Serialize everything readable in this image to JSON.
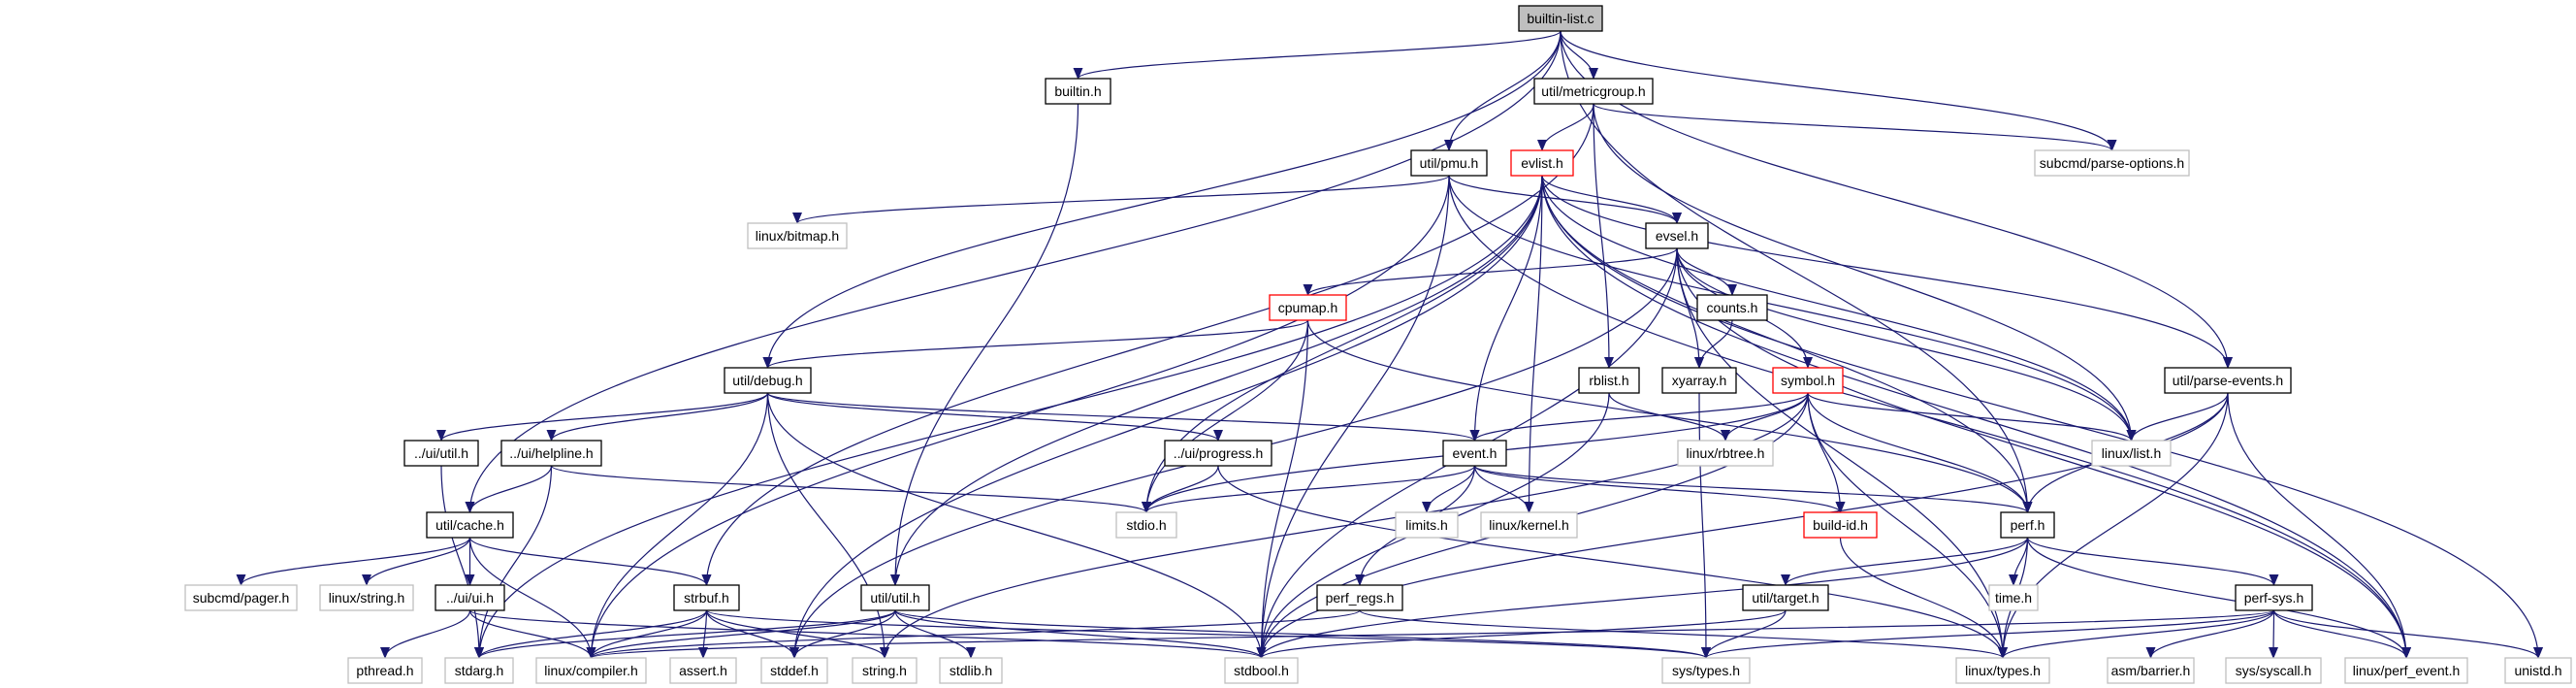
{
  "title": "builtin-list.c include dependency graph",
  "colors": {
    "edge": "#191970",
    "root_fill": "#bfbfbf",
    "normal_border": "#000000",
    "truncated_border": "#ff0000",
    "external_border": "#bfbfbf"
  },
  "nodes": [
    {
      "id": "builtin-list.c",
      "label": "builtin-list.c",
      "kind": "root"
    },
    {
      "id": "builtin.h",
      "label": "builtin.h",
      "kind": "normal"
    },
    {
      "id": "util/metricgroup.h",
      "label": "util/metricgroup.h",
      "kind": "normal"
    },
    {
      "id": "util/pmu.h",
      "label": "util/pmu.h",
      "kind": "normal"
    },
    {
      "id": "evlist.h",
      "label": "evlist.h",
      "kind": "truncated"
    },
    {
      "id": "subcmd/parse-options.h",
      "label": "subcmd/parse-options.h",
      "kind": "external"
    },
    {
      "id": "linux/bitmap.h",
      "label": "linux/bitmap.h",
      "kind": "external"
    },
    {
      "id": "evsel.h",
      "label": "evsel.h",
      "kind": "normal"
    },
    {
      "id": "cpumap.h",
      "label": "cpumap.h",
      "kind": "truncated"
    },
    {
      "id": "counts.h",
      "label": "counts.h",
      "kind": "normal"
    },
    {
      "id": "util/debug.h",
      "label": "util/debug.h",
      "kind": "normal"
    },
    {
      "id": "rblist.h",
      "label": "rblist.h",
      "kind": "normal"
    },
    {
      "id": "xyarray.h",
      "label": "xyarray.h",
      "kind": "normal"
    },
    {
      "id": "symbol.h",
      "label": "symbol.h",
      "kind": "truncated"
    },
    {
      "id": "util/parse-events.h",
      "label": "util/parse-events.h",
      "kind": "normal"
    },
    {
      "id": "../ui/util.h",
      "label": "../ui/util.h",
      "kind": "normal"
    },
    {
      "id": "../ui/helpline.h",
      "label": "../ui/helpline.h",
      "kind": "normal"
    },
    {
      "id": "../ui/progress.h",
      "label": "../ui/progress.h",
      "kind": "normal"
    },
    {
      "id": "event.h",
      "label": "event.h",
      "kind": "normal"
    },
    {
      "id": "linux/rbtree.h",
      "label": "linux/rbtree.h",
      "kind": "external"
    },
    {
      "id": "linux/list.h",
      "label": "linux/list.h",
      "kind": "external"
    },
    {
      "id": "util/cache.h",
      "label": "util/cache.h",
      "kind": "normal"
    },
    {
      "id": "stdio.h",
      "label": "stdio.h",
      "kind": "external"
    },
    {
      "id": "limits.h",
      "label": "limits.h",
      "kind": "external"
    },
    {
      "id": "linux/kernel.h",
      "label": "linux/kernel.h",
      "kind": "external"
    },
    {
      "id": "build-id.h",
      "label": "build-id.h",
      "kind": "truncated"
    },
    {
      "id": "perf.h",
      "label": "perf.h",
      "kind": "normal"
    },
    {
      "id": "subcmd/pager.h",
      "label": "subcmd/pager.h",
      "kind": "external"
    },
    {
      "id": "linux/string.h",
      "label": "linux/string.h",
      "kind": "external"
    },
    {
      "id": "../ui/ui.h",
      "label": "../ui/ui.h",
      "kind": "normal"
    },
    {
      "id": "strbuf.h",
      "label": "strbuf.h",
      "kind": "normal"
    },
    {
      "id": "util/util.h",
      "label": "util/util.h",
      "kind": "normal"
    },
    {
      "id": "perf_regs.h",
      "label": "perf_regs.h",
      "kind": "normal"
    },
    {
      "id": "util/target.h",
      "label": "util/target.h",
      "kind": "normal"
    },
    {
      "id": "time.h",
      "label": "time.h",
      "kind": "external"
    },
    {
      "id": "perf-sys.h",
      "label": "perf-sys.h",
      "kind": "normal"
    },
    {
      "id": "pthread.h",
      "label": "pthread.h",
      "kind": "external"
    },
    {
      "id": "stdarg.h",
      "label": "stdarg.h",
      "kind": "external"
    },
    {
      "id": "linux/compiler.h",
      "label": "linux/compiler.h",
      "kind": "external"
    },
    {
      "id": "assert.h",
      "label": "assert.h",
      "kind": "external"
    },
    {
      "id": "stddef.h",
      "label": "stddef.h",
      "kind": "external"
    },
    {
      "id": "string.h",
      "label": "string.h",
      "kind": "external"
    },
    {
      "id": "stdlib.h",
      "label": "stdlib.h",
      "kind": "external"
    },
    {
      "id": "stdbool.h",
      "label": "stdbool.h",
      "kind": "external"
    },
    {
      "id": "sys/types.h",
      "label": "sys/types.h",
      "kind": "external"
    },
    {
      "id": "linux/types.h",
      "label": "linux/types.h",
      "kind": "external"
    },
    {
      "id": "asm/barrier.h",
      "label": "asm/barrier.h",
      "kind": "external"
    },
    {
      "id": "sys/syscall.h",
      "label": "sys/syscall.h",
      "kind": "external"
    },
    {
      "id": "linux/perf_event.h",
      "label": "linux/perf_event.h",
      "kind": "external"
    },
    {
      "id": "unistd.h",
      "label": "unistd.h",
      "kind": "external"
    }
  ],
  "edges": [
    [
      "builtin-list.c",
      "builtin.h"
    ],
    [
      "builtin-list.c",
      "util/metricgroup.h"
    ],
    [
      "builtin-list.c",
      "util/pmu.h"
    ],
    [
      "builtin-list.c",
      "subcmd/parse-options.h"
    ],
    [
      "builtin-list.c",
      "util/debug.h"
    ],
    [
      "builtin-list.c",
      "util/cache.h"
    ],
    [
      "builtin-list.c",
      "util/parse-events.h"
    ],
    [
      "builtin-list.c",
      "perf.h"
    ],
    [
      "builtin.h",
      "util/util.h"
    ],
    [
      "util/metricgroup.h",
      "evlist.h"
    ],
    [
      "util/metricgroup.h",
      "subcmd/parse-options.h"
    ],
    [
      "util/metricgroup.h",
      "rblist.h"
    ],
    [
      "util/metricgroup.h",
      "linux/list.h"
    ],
    [
      "util/metricgroup.h",
      "strbuf.h"
    ],
    [
      "util/pmu.h",
      "linux/bitmap.h"
    ],
    [
      "util/pmu.h",
      "linux/compiler.h"
    ],
    [
      "util/pmu.h",
      "evsel.h"
    ],
    [
      "util/pmu.h",
      "linux/list.h"
    ],
    [
      "util/pmu.h",
      "linux/perf_event.h"
    ],
    [
      "util/pmu.h",
      "stdbool.h"
    ],
    [
      "evlist.h",
      "evsel.h"
    ],
    [
      "evlist.h",
      "event.h"
    ],
    [
      "evlist.h",
      "linux/kernel.h"
    ],
    [
      "evlist.h",
      "util/util.h"
    ],
    [
      "evlist.h",
      "stdio.h"
    ],
    [
      "evlist.h",
      "linux/list.h"
    ],
    [
      "evlist.h",
      "linux/perf_event.h"
    ],
    [
      "evlist.h",
      "unistd.h"
    ],
    [
      "evlist.h",
      "perf.h"
    ],
    [
      "evlist.h",
      "util/parse-events.h"
    ],
    [
      "evlist.h",
      "stdarg.h"
    ],
    [
      "evlist.h",
      "stddef.h"
    ],
    [
      "evsel.h",
      "cpumap.h"
    ],
    [
      "evsel.h",
      "counts.h"
    ],
    [
      "evsel.h",
      "xyarray.h"
    ],
    [
      "evsel.h",
      "symbol.h"
    ],
    [
      "evsel.h",
      "stdbool.h"
    ],
    [
      "evsel.h",
      "stddef.h"
    ],
    [
      "evsel.h",
      "linux/list.h"
    ],
    [
      "evsel.h",
      "linux/perf_event.h"
    ],
    [
      "evsel.h",
      "linux/types.h"
    ],
    [
      "cpumap.h",
      "util/debug.h"
    ],
    [
      "cpumap.h",
      "stdio.h"
    ],
    [
      "cpumap.h",
      "stdbool.h"
    ],
    [
      "cpumap.h",
      "perf.h"
    ],
    [
      "counts.h",
      "xyarray.h"
    ],
    [
      "util/debug.h",
      "../ui/util.h"
    ],
    [
      "util/debug.h",
      "../ui/helpline.h"
    ],
    [
      "util/debug.h",
      "../ui/progress.h"
    ],
    [
      "util/debug.h",
      "event.h"
    ],
    [
      "util/debug.h",
      "linux/compiler.h"
    ],
    [
      "util/debug.h",
      "stdbool.h"
    ],
    [
      "util/debug.h",
      "string.h"
    ],
    [
      "rblist.h",
      "linux/rbtree.h"
    ],
    [
      "rblist.h",
      "stdbool.h"
    ],
    [
      "xyarray.h",
      "sys/types.h"
    ],
    [
      "symbol.h",
      "linux/rbtree.h"
    ],
    [
      "symbol.h",
      "linux/list.h"
    ],
    [
      "symbol.h",
      "build-id.h"
    ],
    [
      "symbol.h",
      "perf.h"
    ],
    [
      "symbol.h",
      "event.h"
    ],
    [
      "symbol.h",
      "stdio.h"
    ],
    [
      "symbol.h",
      "stdbool.h"
    ],
    [
      "symbol.h",
      "linux/types.h"
    ],
    [
      "symbol.h",
      "string.h"
    ],
    [
      "util/parse-events.h",
      "linux/list.h"
    ],
    [
      "util/parse-events.h",
      "stdbool.h"
    ],
    [
      "util/parse-events.h",
      "linux/types.h"
    ],
    [
      "util/parse-events.h",
      "linux/perf_event.h"
    ],
    [
      "util/parse-events.h",
      "perf.h"
    ],
    [
      "../ui/util.h",
      "stdarg.h"
    ],
    [
      "../ui/helpline.h",
      "util/cache.h"
    ],
    [
      "../ui/helpline.h",
      "stdio.h"
    ],
    [
      "../ui/helpline.h",
      "stdarg.h"
    ],
    [
      "../ui/progress.h",
      "linux/types.h"
    ],
    [
      "../ui/progress.h",
      "stdio.h"
    ],
    [
      "event.h",
      "limits.h"
    ],
    [
      "event.h",
      "linux/kernel.h"
    ],
    [
      "event.h",
      "stdio.h"
    ],
    [
      "event.h",
      "perf_regs.h"
    ],
    [
      "event.h",
      "build-id.h"
    ],
    [
      "event.h",
      "perf.h"
    ],
    [
      "util/cache.h",
      "subcmd/pager.h"
    ],
    [
      "util/cache.h",
      "linux/string.h"
    ],
    [
      "util/cache.h",
      "../ui/ui.h"
    ],
    [
      "util/cache.h",
      "linux/compiler.h"
    ],
    [
      "util/cache.h",
      "strbuf.h"
    ],
    [
      "build-id.h",
      "linux/types.h"
    ],
    [
      "perf.h",
      "time.h"
    ],
    [
      "perf.h",
      "perf-sys.h"
    ],
    [
      "perf.h",
      "util/target.h"
    ],
    [
      "perf.h",
      "linux/types.h"
    ],
    [
      "perf.h",
      "linux/perf_event.h"
    ],
    [
      "perf.h",
      "stdbool.h"
    ],
    [
      "../ui/ui.h",
      "pthread.h"
    ],
    [
      "../ui/ui.h",
      "linux/compiler.h"
    ],
    [
      "../ui/ui.h",
      "stdbool.h"
    ],
    [
      "strbuf.h",
      "assert.h"
    ],
    [
      "strbuf.h",
      "stddef.h"
    ],
    [
      "strbuf.h",
      "string.h"
    ],
    [
      "strbuf.h",
      "linux/compiler.h"
    ],
    [
      "strbuf.h",
      "stdarg.h"
    ],
    [
      "strbuf.h",
      "sys/types.h"
    ],
    [
      "util/util.h",
      "stddef.h"
    ],
    [
      "util/util.h",
      "stdlib.h"
    ],
    [
      "util/util.h",
      "stdarg.h"
    ],
    [
      "util/util.h",
      "linux/compiler.h"
    ],
    [
      "util/util.h",
      "sys/types.h"
    ],
    [
      "util/util.h",
      "stdbool.h"
    ],
    [
      "perf_regs.h",
      "linux/types.h"
    ],
    [
      "perf_regs.h",
      "linux/compiler.h"
    ],
    [
      "util/target.h",
      "stdbool.h"
    ],
    [
      "util/target.h",
      "sys/types.h"
    ],
    [
      "perf-sys.h",
      "unistd.h"
    ],
    [
      "perf-sys.h",
      "sys/types.h"
    ],
    [
      "perf-sys.h",
      "sys/syscall.h"
    ],
    [
      "perf-sys.h",
      "linux/types.h"
    ],
    [
      "perf-sys.h",
      "linux/compiler.h"
    ],
    [
      "perf-sys.h",
      "linux/perf_event.h"
    ],
    [
      "perf-sys.h",
      "asm/barrier.h"
    ]
  ]
}
